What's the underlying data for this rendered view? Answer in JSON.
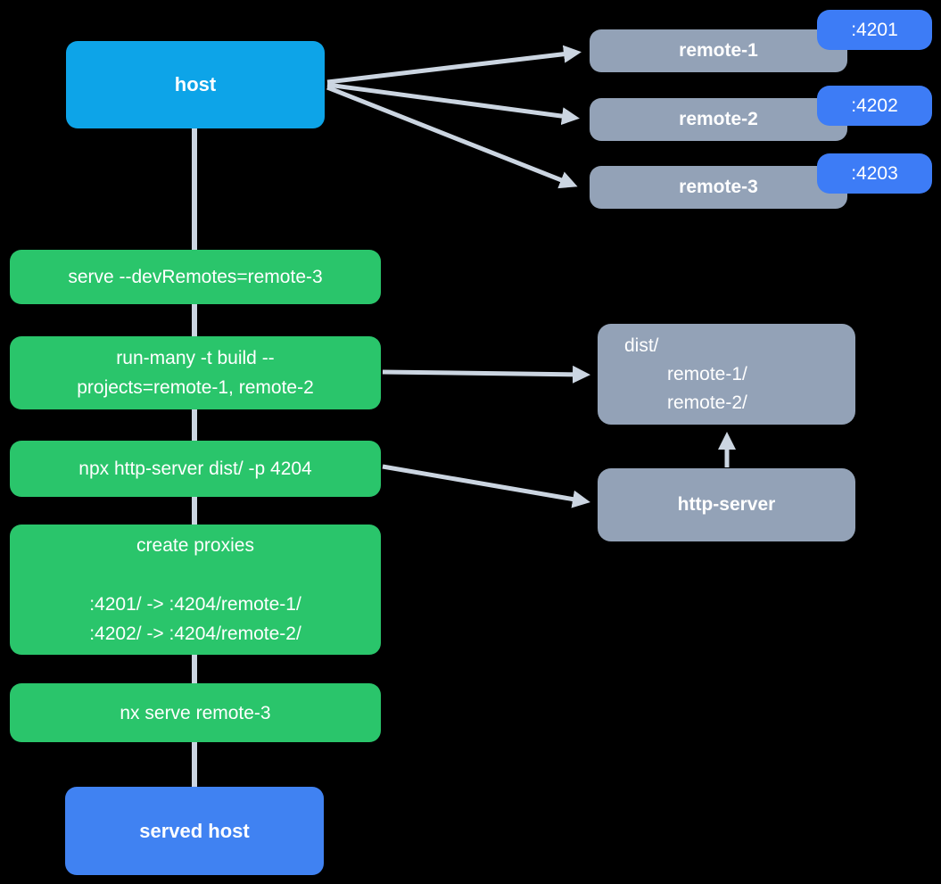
{
  "colors": {
    "bg": "#000000",
    "host": "#0da4e8",
    "action": "#2ac56b",
    "remote": "#93a2b7",
    "port": "#3d7cf6",
    "served": "#4082f2",
    "edge": "#cbd5e1",
    "text": "#ffffff"
  },
  "nodes": {
    "host": {
      "label": "host"
    },
    "remotes": [
      {
        "label": "remote-1",
        "port": ":4201"
      },
      {
        "label": "remote-2",
        "port": ":4202"
      },
      {
        "label": "remote-3",
        "port": ":4203"
      }
    ],
    "steps": [
      {
        "text": "serve --devRemotes=remote-3"
      },
      {
        "text": "run-many -t build --\nprojects=remote-1, remote-2"
      },
      {
        "text": "npx http-server dist/ -p 4204"
      },
      {
        "text": "create proxies\n\n:4201/ -> :4204/remote-1/\n:4202/ -> :4204/remote-2/"
      },
      {
        "text": "nx serve remote-3"
      }
    ],
    "dist": {
      "lines": [
        "dist/",
        "remote-1/",
        "remote-2/"
      ]
    },
    "http_server": {
      "label": "http-server"
    },
    "served_host": {
      "label": "served host"
    }
  },
  "edges": [
    "host -> remote-1",
    "host -> remote-2",
    "host -> remote-3",
    "host -> served host (pipeline spine)",
    "run-many -t build -> dist/",
    "npx http-server -> http-server",
    "http-server -> dist/"
  ]
}
